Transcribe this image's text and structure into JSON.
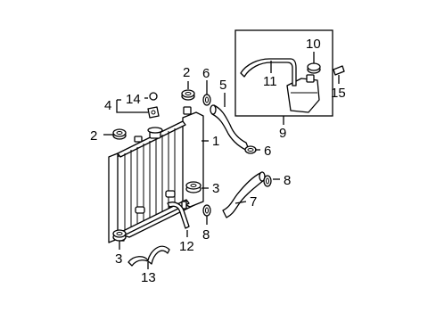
{
  "diagram": {
    "callouts": [
      {
        "id": "c1",
        "label": "1"
      },
      {
        "id": "c2a",
        "label": "2"
      },
      {
        "id": "c2b",
        "label": "2"
      },
      {
        "id": "c3a",
        "label": "3"
      },
      {
        "id": "c3b",
        "label": "3"
      },
      {
        "id": "c4",
        "label": "4"
      },
      {
        "id": "c5",
        "label": "5"
      },
      {
        "id": "c6a",
        "label": "6"
      },
      {
        "id": "c6b",
        "label": "6"
      },
      {
        "id": "c7",
        "label": "7"
      },
      {
        "id": "c8a",
        "label": "8"
      },
      {
        "id": "c8b",
        "label": "8"
      },
      {
        "id": "c9",
        "label": "9"
      },
      {
        "id": "c10",
        "label": "10"
      },
      {
        "id": "c11",
        "label": "11"
      },
      {
        "id": "c12",
        "label": "12"
      },
      {
        "id": "c13",
        "label": "13"
      },
      {
        "id": "c14",
        "label": "14"
      },
      {
        "id": "c15",
        "label": "15"
      }
    ]
  }
}
